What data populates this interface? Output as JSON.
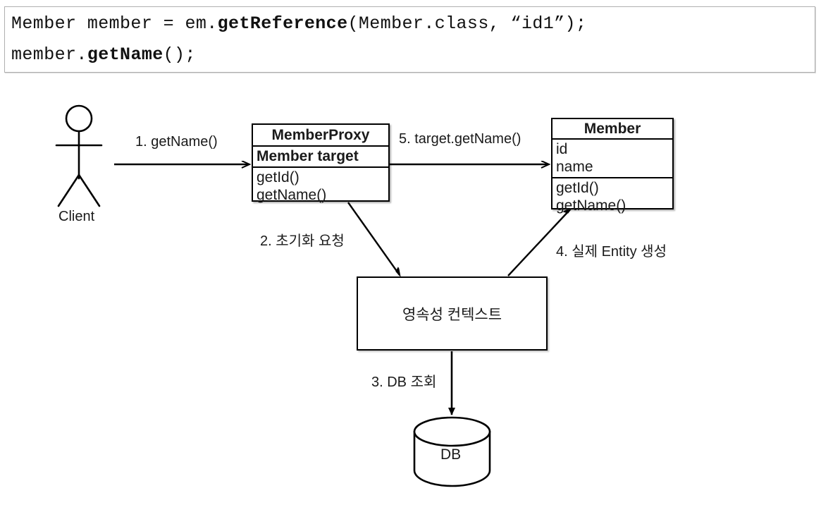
{
  "code_snippet": {
    "line1": {
      "part1": "Member member = em.",
      "bold1": "getReference",
      "part2": "(Member.class, “id1”);"
    },
    "line2": {
      "part1": "member.",
      "bold1": "getName",
      "part2": "();"
    },
    "full_text": "Member member = em.getReference(Member.class, “id1”);\nmember.getName();"
  },
  "diagram": {
    "actor": {
      "label": "Client"
    },
    "proxy_class": {
      "title": "MemberProxy",
      "attribute": "Member target",
      "methods": [
        "getId()",
        "getName()"
      ]
    },
    "entity_class": {
      "title": "Member",
      "fields": [
        "id",
        "name"
      ],
      "methods": [
        "getId()",
        "getName()"
      ]
    },
    "persistence_context": {
      "label": "영속성 컨텍스트"
    },
    "database": {
      "label": "DB"
    },
    "edges": [
      {
        "id": "edge-1",
        "label": "1. getName()"
      },
      {
        "id": "edge-2",
        "label": "2. 초기화 요청"
      },
      {
        "id": "edge-3",
        "label": "3. DB 조회"
      },
      {
        "id": "edge-4",
        "label": "4. 실제 Entity 생성"
      },
      {
        "id": "edge-5",
        "label": "5. target.getName()"
      }
    ]
  },
  "colors": {
    "stroke": "#000000",
    "text": "#1a1a1a",
    "code_border": "#b0b0b0",
    "background": "#ffffff"
  }
}
